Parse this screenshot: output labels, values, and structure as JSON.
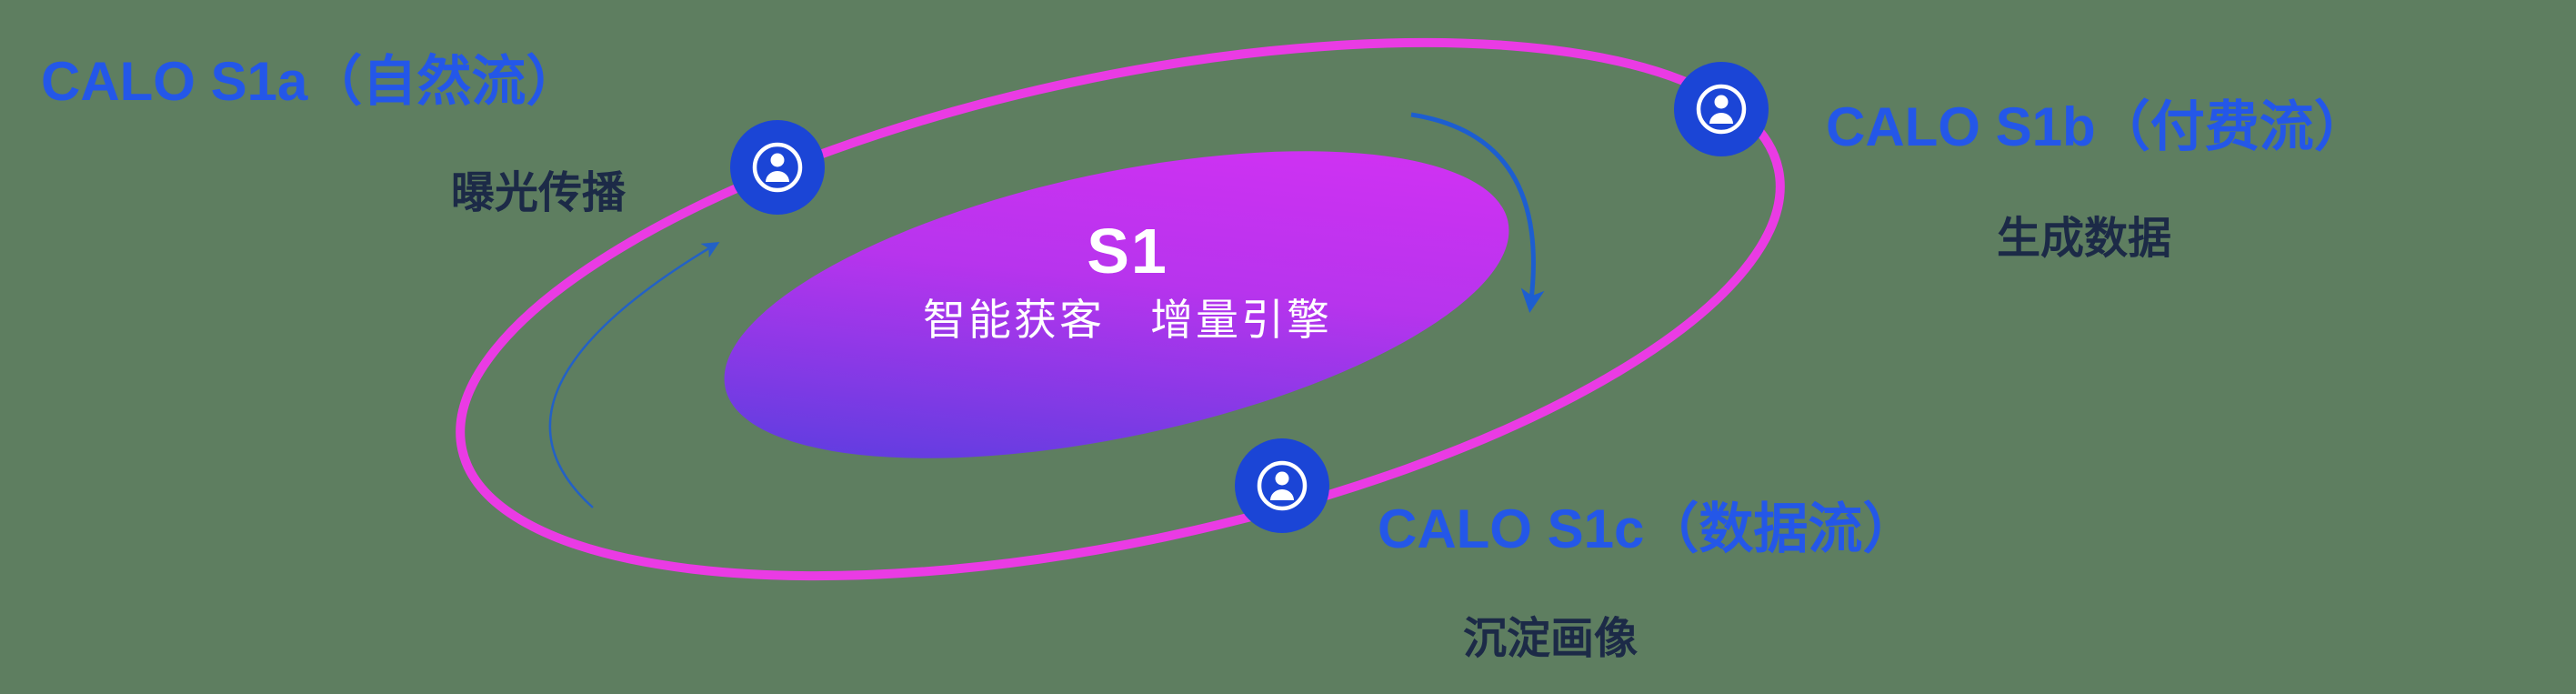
{
  "colors": {
    "background": "#5E7E60",
    "label_blue": "#2457E8",
    "text_dark": "#1C2A47",
    "orbit_pink": "#EA3BE4",
    "node_blue": "#1B45D6",
    "node_icon_white": "#FFFFFF",
    "arrow_blue": "#1D5ED0",
    "core_gradient_start": "#4640DC",
    "core_gradient_mid": "#B734ED",
    "core_gradient_end": "#DA30F5",
    "core_text": "#FFFFFF"
  },
  "core": {
    "title": "S1",
    "subtitle": "智能获客　增量引擎"
  },
  "labels": {
    "s1a": {
      "title": "CALO S1a（自然流）",
      "subtitle": "曝光传播"
    },
    "s1b": {
      "title": "CALO S1b（付费流）",
      "subtitle": "生成数据"
    },
    "s1c": {
      "title": "CALO S1c（数据流）",
      "subtitle": "沉淀画像"
    }
  },
  "icons": {
    "node_icon": "person-icon"
  }
}
